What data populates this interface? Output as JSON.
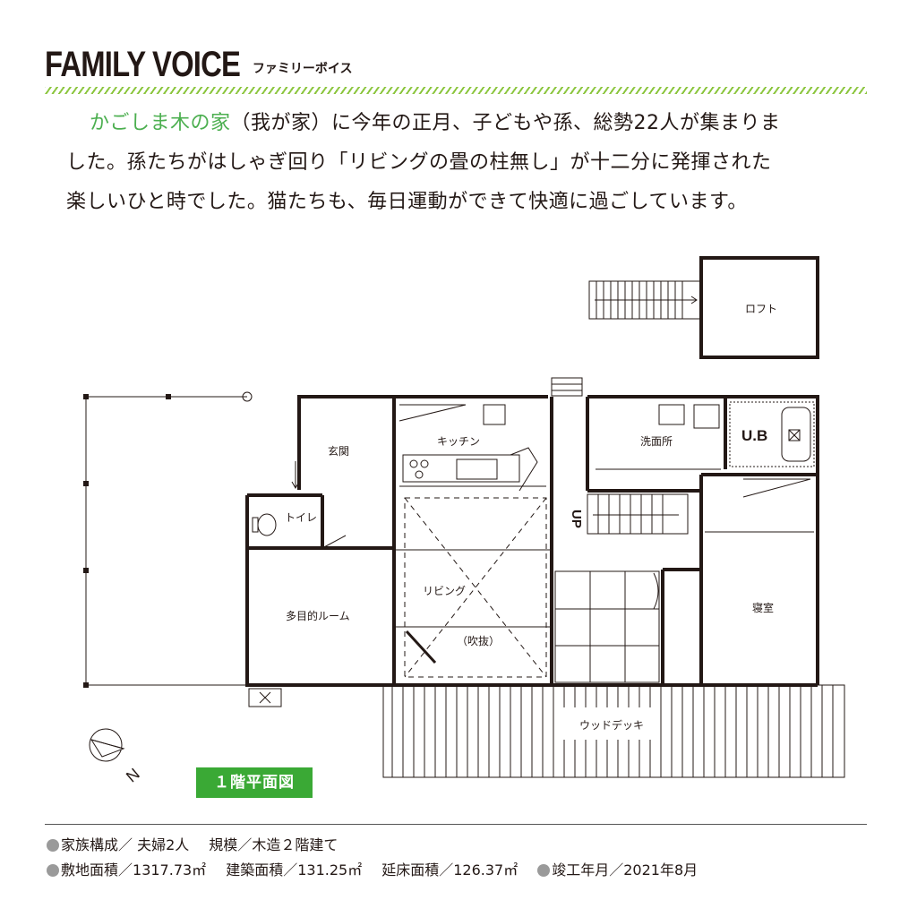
{
  "header": {
    "title": "FAMILY VOICE",
    "subtitle": "ファミリーボイス"
  },
  "intro": {
    "brand": "かごしま木の家",
    "line1_rest": "（我が家）に今年の正月、子どもや孫、総勢22人が集まりま",
    "line2": "した。孫たちがはしゃぎ回り「リビングの畳の柱無し」が十二分に発揮された",
    "line3": "楽しいひと時でした。猫たちも、毎日運動ができて快適に過ごしています。"
  },
  "plan": {
    "rooms": {
      "loft": "ロフト",
      "entrance": "玄関",
      "kitchen": "キッチン",
      "washroom": "洗面所",
      "unit_bath": "U.B",
      "toilet": "トイレ",
      "living": "リビング",
      "void": "（吹抜）",
      "multipurpose": "多目的ルーム",
      "bedroom": "寝室",
      "deck": "ウッドデッキ",
      "stairs_up": "UP"
    },
    "north": "N",
    "badge": "１階平面図"
  },
  "info": {
    "family_label": "家族構成／",
    "family_value": "夫婦2人",
    "scale_label": "規模／",
    "scale_value": "木造２階建て",
    "site_label": "敷地面積／",
    "site_value": "1317.73㎡",
    "building_label": "建築面積／",
    "building_value": "131.25㎡",
    "floor_label": "延床面積／",
    "floor_value": "126.37㎡",
    "completed_label": "竣工年月／",
    "completed_value": "2021年8月"
  }
}
